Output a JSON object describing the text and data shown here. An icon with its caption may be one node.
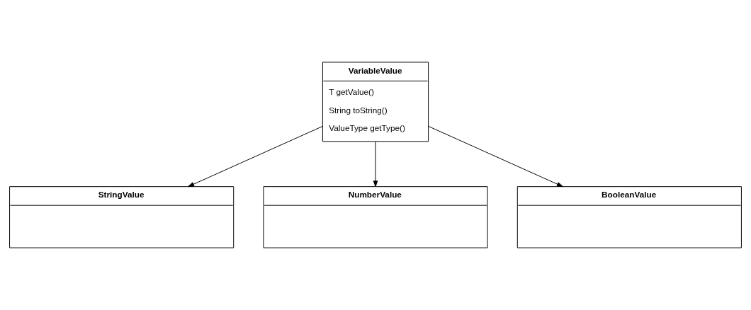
{
  "diagram": {
    "nodes": [
      {
        "text": [
          "VariableValue",
          "T getValue()",
          "String toString()",
          "ValueType getType()"
        ]
      },
      {
        "text": [
          "StringValue"
        ]
      },
      {
        "text": [
          "NumberValue"
        ]
      },
      {
        "text": [
          "BooleanValue"
        ]
      }
    ],
    "edges": [
      {
        "from": 0,
        "to": 1,
        "arrow": "to"
      },
      {
        "from": 0,
        "to": 2,
        "arrow": "to"
      },
      {
        "from": 0,
        "to": 3,
        "arrow": "to"
      }
    ]
  }
}
